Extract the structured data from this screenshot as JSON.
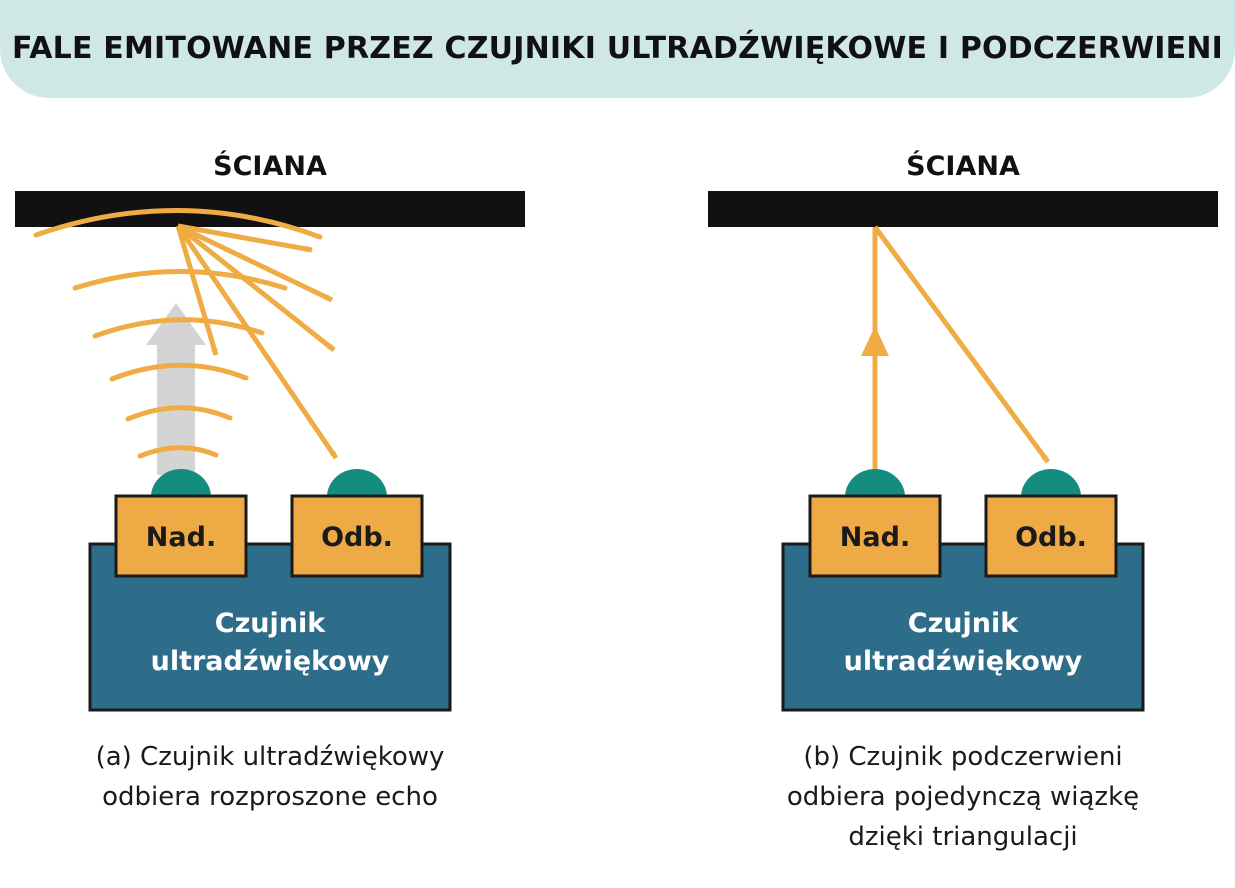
{
  "title": "FALE EMITOWANE PRZEZ CZUJNIKI ULTRADŹWIĘKOWE I PODCZERWIENI",
  "colors": {
    "banner": "#cfe8e5",
    "wall": "#111111",
    "beam": "#f0ac44",
    "box": "#eeaa45",
    "sensor_body": "#2e6d8a",
    "dome": "#148c80",
    "gray_arrow": "#d4d4d4"
  },
  "panel_a": {
    "wall_label": "ŚCIANA",
    "emitter_label": "Nad.",
    "receiver_label": "Odb.",
    "sensor_line1": "Czujnik",
    "sensor_line2": "ultradźwiękowy",
    "caption_line1": "(a) Czujnik ultradźwiękowy",
    "caption_line2": "odbiera rozproszone echo"
  },
  "panel_b": {
    "wall_label": "ŚCIANA",
    "emitter_label": "Nad.",
    "receiver_label": "Odb.",
    "sensor_line1": "Czujnik",
    "sensor_line2": "ultradźwiękowy",
    "caption_line1": "(b) Czujnik podczerwieni",
    "caption_line2": "odbiera pojedynczą wiązkę",
    "caption_line3": "dzięki triangulacji"
  }
}
